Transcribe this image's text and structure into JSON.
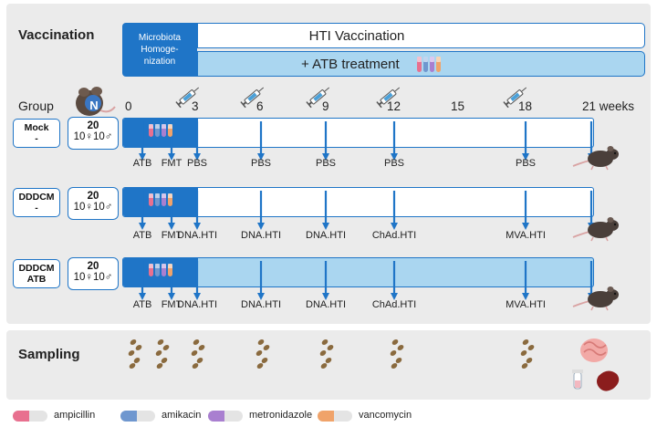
{
  "vaccination": {
    "title": "Vaccination",
    "homog_label": "Microbiota Homoge-nization",
    "homog_line1": "Microbiota",
    "homog_line2": "Homoge-",
    "homog_line3": "nization",
    "hti_label": "HTI Vaccination",
    "atb_label": "+ ATB treatment"
  },
  "timeline": {
    "group_label": "Group",
    "n_label": "N",
    "ticks": [
      "0",
      "3",
      "6",
      "9",
      "12",
      "15",
      "18",
      "21 weeks"
    ]
  },
  "groups": [
    {
      "name_line1": "Mock",
      "name_line2": "-",
      "n": "20",
      "sex": "10♀10♂",
      "atb_fill": false,
      "labels": [
        "ATB",
        "FMT",
        "PBS",
        "PBS",
        "PBS",
        "PBS",
        "PBS"
      ]
    },
    {
      "name_line1": "DDDCM",
      "name_line2": "-",
      "n": "20",
      "sex": "10♀10♂",
      "atb_fill": false,
      "labels": [
        "ATB",
        "FMT",
        "DNA.HTI",
        "DNA.HTI",
        "DNA.HTI",
        "ChAd.HTI",
        "MVA.HTI"
      ]
    },
    {
      "name_line1": "DDDCM",
      "name_line2": "ATB",
      "n": "20",
      "sex": "10♀10♂",
      "atb_fill": true,
      "labels": [
        "ATB",
        "FMT",
        "DNA.HTI",
        "DNA.HTI",
        "DNA.HTI",
        "ChAd.HTI",
        "MVA.HTI"
      ]
    }
  ],
  "sampling": {
    "title": "Sampling"
  },
  "legend": [
    {
      "name": "ampicillin",
      "color": "#e8708f"
    },
    {
      "name": "amikacin",
      "color": "#6f97cf"
    },
    {
      "name": "metronidazole",
      "color": "#a97fd0"
    },
    {
      "name": "vancomycin",
      "color": "#f0a36a"
    }
  ],
  "colors": {
    "primary_blue": "#1f75c7",
    "light_blue": "#aad6f0",
    "panel_gray": "#ebebeb"
  }
}
